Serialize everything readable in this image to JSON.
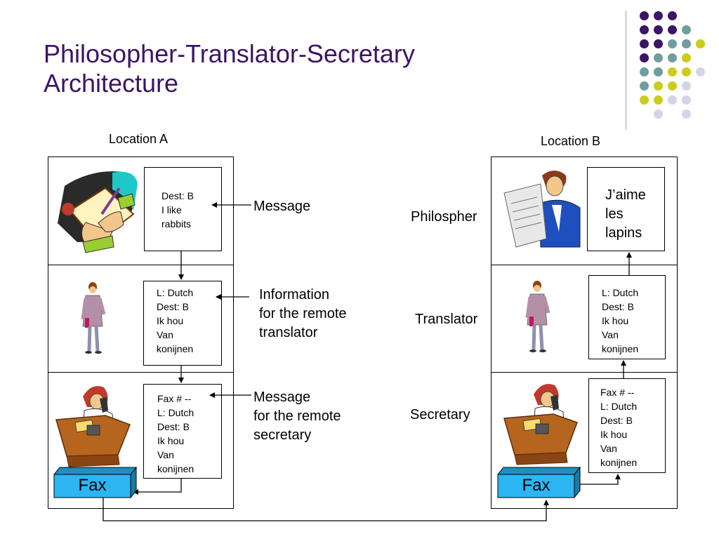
{
  "title": {
    "line1": "Philosopher-Translator-Secretary",
    "line2": "Architecture"
  },
  "colors": {
    "title": "#3d1466",
    "purple": "#3d1466",
    "teal": "#6f9e9e",
    "yellow": "#cccc1a",
    "lavender": "#d4d4e8",
    "fax_fill": "#2db5f2"
  },
  "location_a": {
    "label": "Location A",
    "message_box": [
      "Dest: B",
      "I like",
      "rabbits"
    ],
    "translator_box": [
      "L: Dutch",
      "Dest: B",
      "Ik hou",
      "Van",
      "konijnen"
    ],
    "secretary_box": [
      "Fax # --",
      "L: Dutch",
      "Dest: B",
      "Ik hou",
      "Van",
      "konijnen"
    ],
    "fax_label": "Fax"
  },
  "location_b": {
    "label": "Location B",
    "message_box": [
      "J’aime",
      "les",
      "lapins"
    ],
    "translator_box": [
      "L: Dutch",
      "Dest: B",
      "Ik hou",
      "Van",
      "konijnen"
    ],
    "secretary_box": [
      "Fax # --",
      "L: Dutch",
      "Dest: B",
      "Ik hou",
      "Van",
      "konijnen"
    ],
    "fax_label": "Fax"
  },
  "annotations": {
    "message": [
      "Message"
    ],
    "info_translator": [
      "Information",
      "for the remote",
      "translator"
    ],
    "message_secretary": [
      "Message",
      "for the remote",
      "secretary"
    ]
  },
  "roles": {
    "philosopher": "Philospher",
    "translator": "Translator",
    "secretary": "Secretary"
  },
  "icons": [
    "writing-hand-icon",
    "woman-standing-icon",
    "receptionist-phone-icon",
    "reading-newspaper-icon",
    "fax-machine-icon"
  ]
}
